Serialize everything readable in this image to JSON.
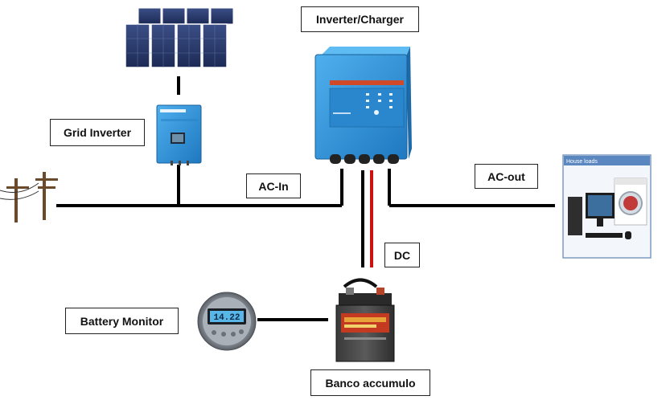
{
  "labels": {
    "inverter_charger": "Inverter/Charger",
    "grid_inverter": "Grid Inverter",
    "ac_in": "AC-In",
    "ac_out": "AC-out",
    "dc": "DC",
    "battery_monitor": "Battery Monitor",
    "battery_bank": "Banco accumulo"
  },
  "house_loads_title": "House loads",
  "monitor_display": "14.22",
  "colors": {
    "device_blue": "#2f8fd6",
    "dc_positive": "#cc1111",
    "wire": "#000000"
  }
}
